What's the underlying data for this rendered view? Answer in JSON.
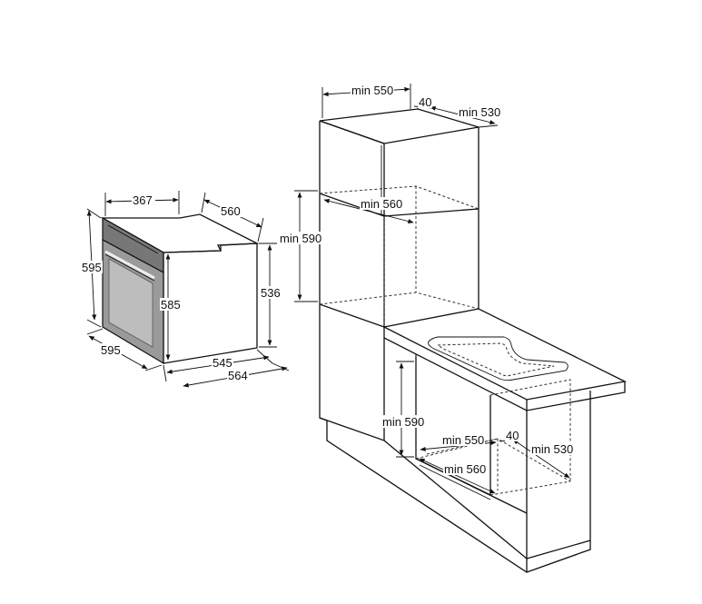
{
  "oven_dimensions": {
    "top_width": "367",
    "top_depth": "560",
    "front_height": "595",
    "inner_height": "585",
    "side_height": "536",
    "front_width": "595",
    "body_depth": "545",
    "total_depth": "564"
  },
  "tall_cabinet": {
    "niche_width": "min 550",
    "gap": "40",
    "niche_depth": "min 530",
    "niche_width_inner": "min 560",
    "niche_height": "min 590"
  },
  "under_counter": {
    "niche_height": "min 590",
    "niche_width": "min 550",
    "gap": "40",
    "niche_depth": "min 530",
    "niche_width_inner": "min 560"
  },
  "colors": {
    "line": "#111111",
    "oven_panel": "#777777",
    "oven_door": "#9a9a9a"
  }
}
